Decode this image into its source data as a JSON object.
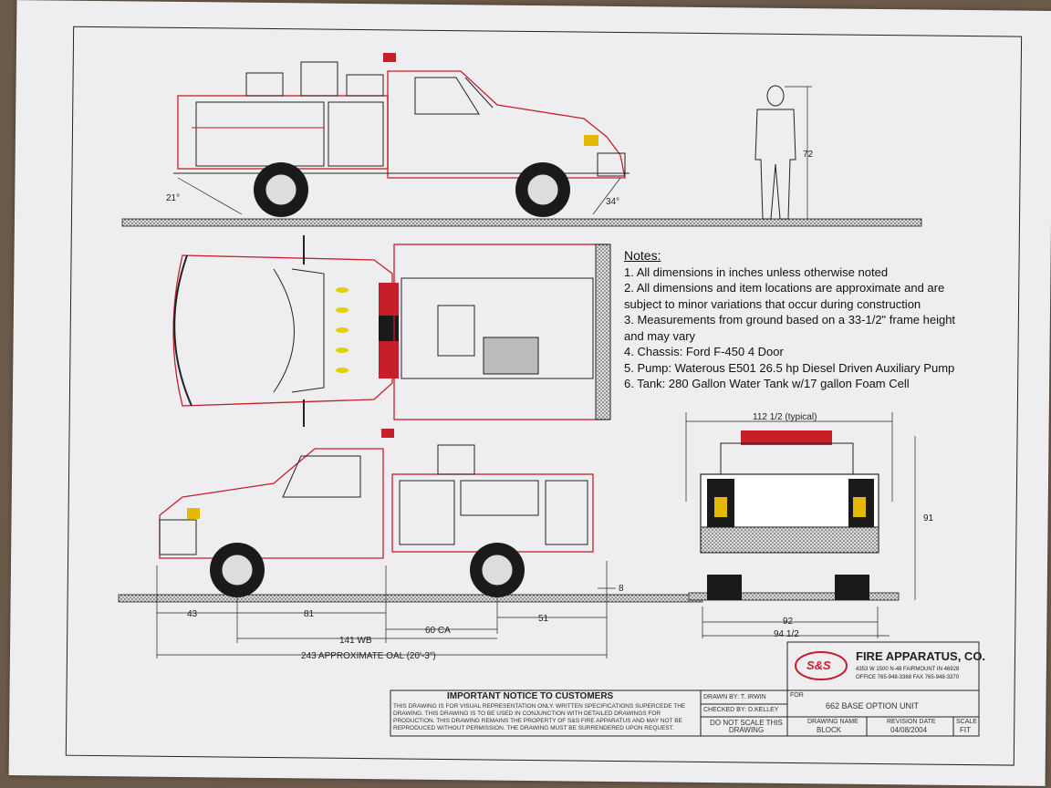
{
  "angles": {
    "rear": "21°",
    "front": "34°"
  },
  "person_height": "72",
  "notes": {
    "title": "Notes:",
    "items": [
      "1. All dimensions in inches unless otherwise noted",
      "2. All dimensions and item locations are approximate and are",
      "subject to minor variations that occur during construction",
      "3. Measurements from ground based on a 33-1/2\" frame height",
      "and may vary",
      "4. Chassis: Ford F-450 4 Door",
      "5. Pump: Waterous E501 26.5 hp Diesel Driven Auxiliary Pump",
      "6. Tank:  280 Gallon Water Tank w/17 gallon Foam Cell"
    ]
  },
  "dims": {
    "front_overhang": "43",
    "cab_to_axle": "81",
    "wheelbase": "141 WB",
    "ca": "60 CA",
    "rear_overhang": "51",
    "ground_clearance": "8",
    "oal": "243 APPROXIMATE OAL (20'-3\")",
    "typical_width": "112 1/2 (typical)",
    "rear_height": "91",
    "body_width": "92",
    "overall_width": "94 1/2"
  },
  "company": {
    "logo": "S&S",
    "name": "FIRE APPARATUS, CO.",
    "address": "4353 W 1500 N-48 FAIRMOUNT IN 46928",
    "phone": "OFFICE 765-948-3368  FAX 765-948-3370"
  },
  "notice": {
    "title": "IMPORTANT NOTICE TO CUSTOMERS",
    "body": "THIS DRAWING IS FOR VISUAL REPRESENTATION ONLY. WRITTEN SPECIFICATIONS SUPERCEDE THE DRAWING. THIS DRAWING IS TO BE USED IN CONJUNCTION WITH DETAILED DRAWINGS FOR PRODUCTION. THIS DRAWING REMAINS THE PROPERTY OF S&S FIRE APPARATUS AND MAY NOT BE REPRODUCED WITHOUT PERMISSION. THE DRAWING MUST BE SURRENDERED UPON REQUEST."
  },
  "title_block": {
    "drawn_by": "DRAWN BY: T. IRWIN",
    "checked_by": "CHECKED BY: D.KELLEY",
    "do_not_scale": "DO NOT SCALE THIS DRAWING",
    "for_label": "FOR",
    "for_value": "662 BASE OPTION UNIT",
    "drawing_name_label": "DRAWING NAME",
    "drawing_name": "BLOCK",
    "revision_label": "REVISION DATE",
    "revision_date": "04/08/2004",
    "scale_label": "SCALE",
    "scale": "FIT"
  },
  "colors": {
    "red": "#c81e2a",
    "ink": "#1a1a1a",
    "paper": "#eeeef0"
  }
}
